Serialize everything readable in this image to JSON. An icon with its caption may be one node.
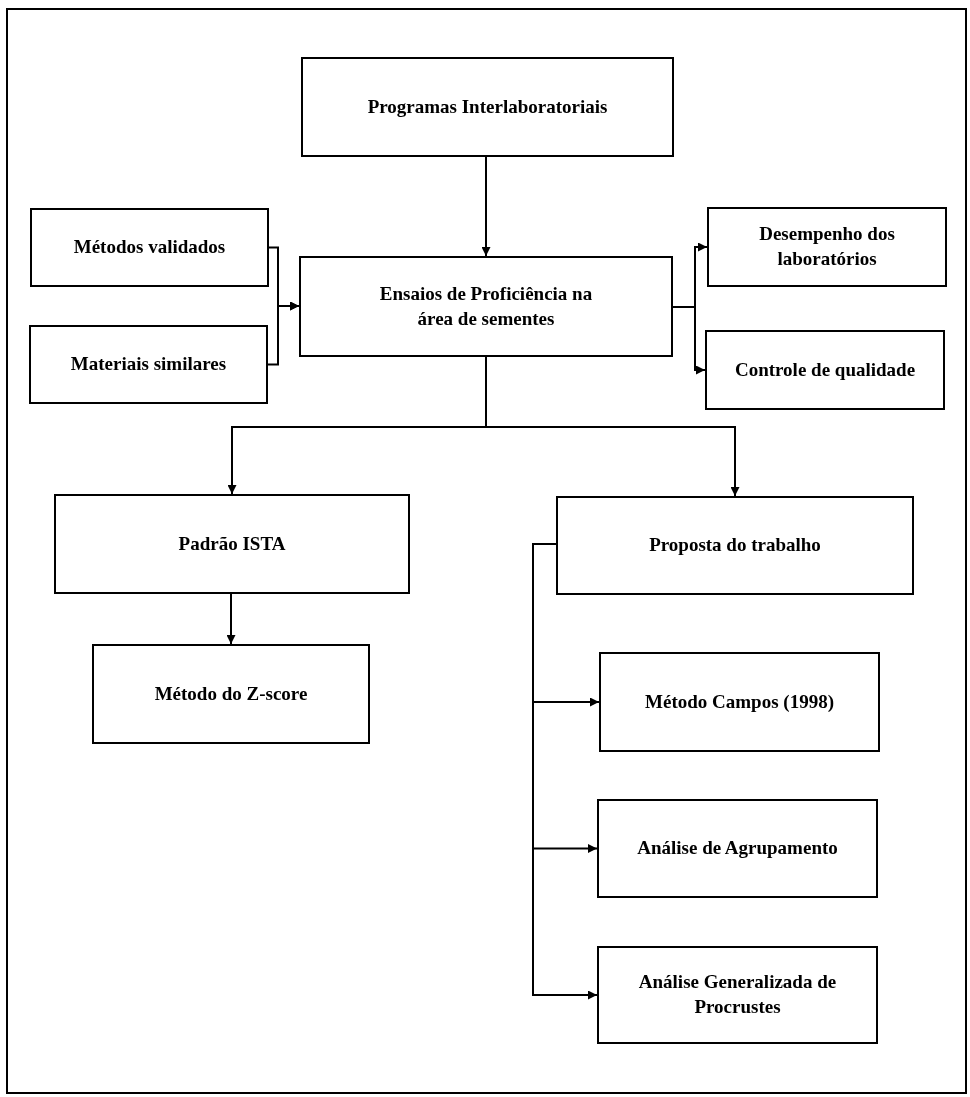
{
  "diagram": {
    "nodes": [
      {
        "text": [
          "Programas Interlaboratoriais"
        ]
      },
      {
        "text": [
          "Métodos validados"
        ]
      },
      {
        "text": [
          "Materiais similares"
        ]
      },
      {
        "text": [
          "Ensaios de Proficiência na área de sementes"
        ]
      },
      {
        "text": [
          "Desempenho dos laboratórios"
        ]
      },
      {
        "text": [
          "Controle de qualidade"
        ]
      },
      {
        "text": [
          "Padrão ISTA"
        ]
      },
      {
        "text": [
          "Proposta do trabalho"
        ]
      },
      {
        "text": [
          "Método do Z-score"
        ]
      },
      {
        "text": [
          "Método Campos (1998)"
        ]
      },
      {
        "text": [
          "Análise de Agrupamento"
        ]
      },
      {
        "text": [
          "Análise Generalizada de Procrustes"
        ]
      }
    ],
    "edges": [
      {
        "from": 0,
        "to": 3,
        "arrow": "to"
      },
      {
        "from": 1,
        "to": 3,
        "arrow": "to"
      },
      {
        "from": 2,
        "to": 3,
        "arrow": "to"
      },
      {
        "from": 3,
        "to": 4,
        "arrow": "to"
      },
      {
        "from": 3,
        "to": 5,
        "arrow": "to"
      },
      {
        "from": 3,
        "to": 6,
        "arrow": "to"
      },
      {
        "from": 3,
        "to": 7,
        "arrow": "to"
      },
      {
        "from": 6,
        "to": 8,
        "arrow": "to"
      },
      {
        "from": 7,
        "to": 9,
        "arrow": "to"
      },
      {
        "from": 7,
        "to": 10,
        "arrow": "to"
      },
      {
        "from": 7,
        "to": 11,
        "arrow": "to"
      }
    ]
  }
}
